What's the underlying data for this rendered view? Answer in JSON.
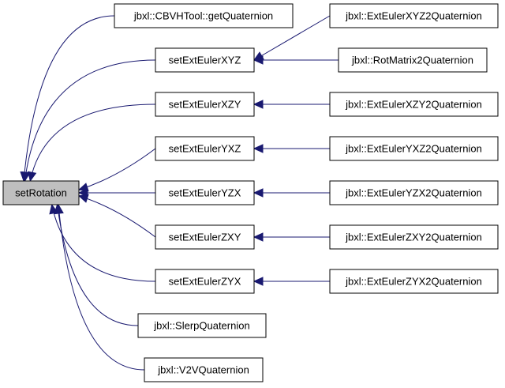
{
  "graph": {
    "line_color": "#191970",
    "root_fill": "#bfbfbf",
    "node_fill": "#ffffff",
    "nodes": [
      {
        "id": "root",
        "label": "setRotation",
        "root": true
      },
      {
        "id": "cbvh",
        "label": "jbxl::CBVHTool::getQuaternion"
      },
      {
        "id": "xyz",
        "label": "setExtEulerXYZ"
      },
      {
        "id": "xzy",
        "label": "setExtEulerXZY"
      },
      {
        "id": "yxz",
        "label": "setExtEulerYXZ"
      },
      {
        "id": "yzx",
        "label": "setExtEulerYZX"
      },
      {
        "id": "zxy",
        "label": "setExtEulerZXY"
      },
      {
        "id": "zyx",
        "label": "setExtEulerZYX"
      },
      {
        "id": "slerp",
        "label": "jbxl::SlerpQuaternion"
      },
      {
        "id": "v2v",
        "label": "jbxl::V2VQuaternion"
      },
      {
        "id": "e_xyz",
        "label": "jbxl::ExtEulerXYZ2Quaternion"
      },
      {
        "id": "rot",
        "label": "jbxl::RotMatrix2Quaternion"
      },
      {
        "id": "e_xzy",
        "label": "jbxl::ExtEulerXZY2Quaternion"
      },
      {
        "id": "e_yxz",
        "label": "jbxl::ExtEulerYXZ2Quaternion"
      },
      {
        "id": "e_yzx",
        "label": "jbxl::ExtEulerYZX2Quaternion"
      },
      {
        "id": "e_zxy",
        "label": "jbxl::ExtEulerZXY2Quaternion"
      },
      {
        "id": "e_zyx",
        "label": "jbxl::ExtEulerZYX2Quaternion"
      }
    ],
    "edges": [
      {
        "from": "cbvh",
        "to": "root"
      },
      {
        "from": "xyz",
        "to": "root"
      },
      {
        "from": "xzy",
        "to": "root"
      },
      {
        "from": "yxz",
        "to": "root"
      },
      {
        "from": "yzx",
        "to": "root"
      },
      {
        "from": "zxy",
        "to": "root"
      },
      {
        "from": "zyx",
        "to": "root"
      },
      {
        "from": "slerp",
        "to": "root"
      },
      {
        "from": "v2v",
        "to": "root"
      },
      {
        "from": "e_xyz",
        "to": "xyz"
      },
      {
        "from": "rot",
        "to": "xyz"
      },
      {
        "from": "e_xzy",
        "to": "xzy"
      },
      {
        "from": "e_yxz",
        "to": "yxz"
      },
      {
        "from": "e_yzx",
        "to": "yzx"
      },
      {
        "from": "e_zxy",
        "to": "zxy"
      },
      {
        "from": "e_zyx",
        "to": "zyx"
      }
    ]
  }
}
